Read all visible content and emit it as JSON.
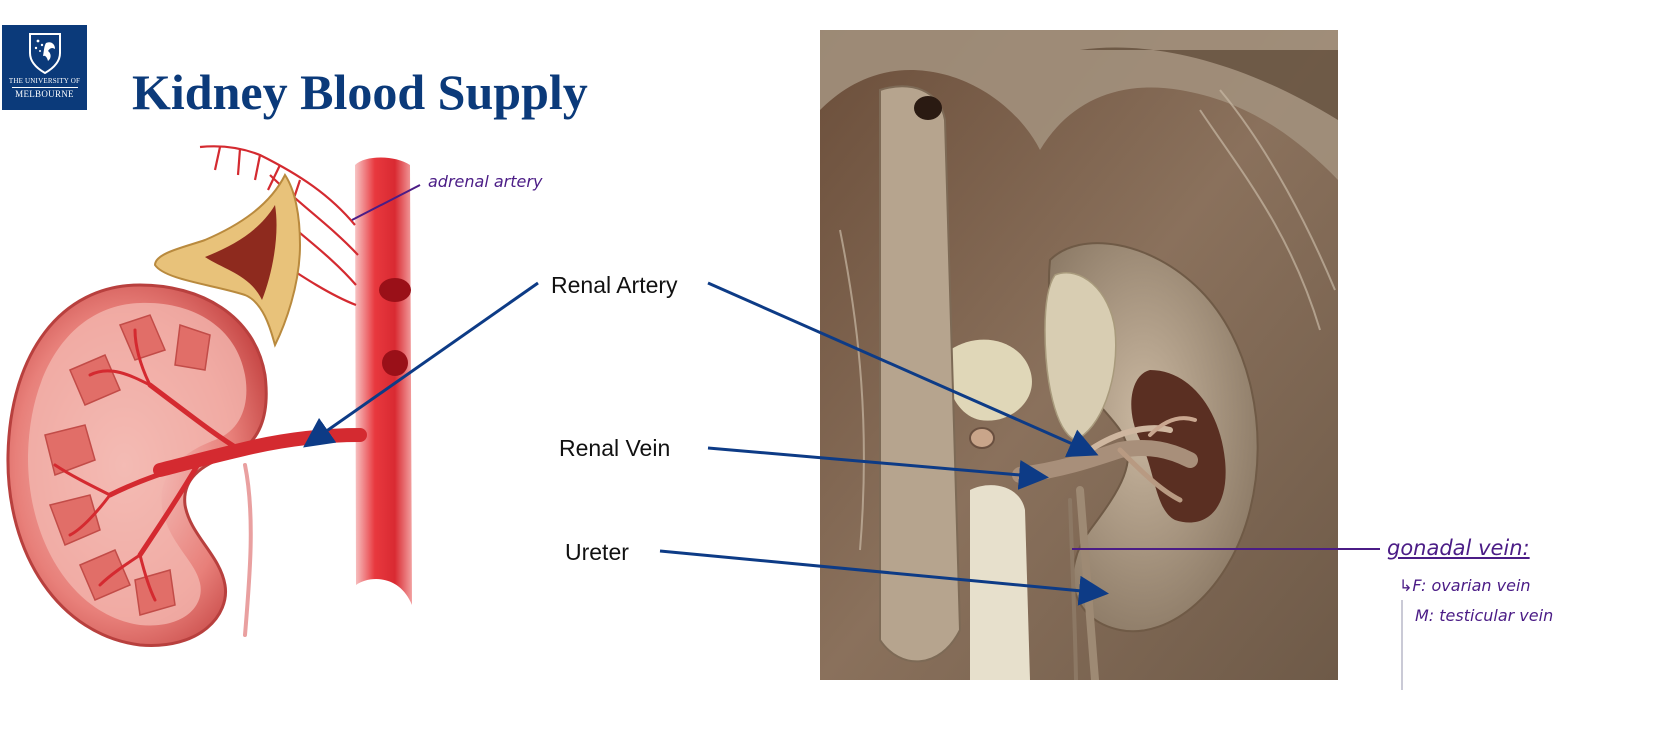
{
  "logo": {
    "line1": "THE UNIVERSITY OF",
    "line2": "MELBOURNE"
  },
  "slide": {
    "title": "Kidney Blood Supply"
  },
  "labels": {
    "renal_artery": "Renal Artery",
    "renal_vein": "Renal Vein",
    "ureter": "Ureter"
  },
  "annotations": {
    "adrenal": "adrenal artery",
    "gonadal": "gonadal vein:",
    "female": "↳F: ovarian vein",
    "male": "M: testicular vein"
  },
  "colors": {
    "brand_blue": "#0b3a7a",
    "arrow_blue": "#0d3b86",
    "ink_purple": "#4b1c86"
  }
}
